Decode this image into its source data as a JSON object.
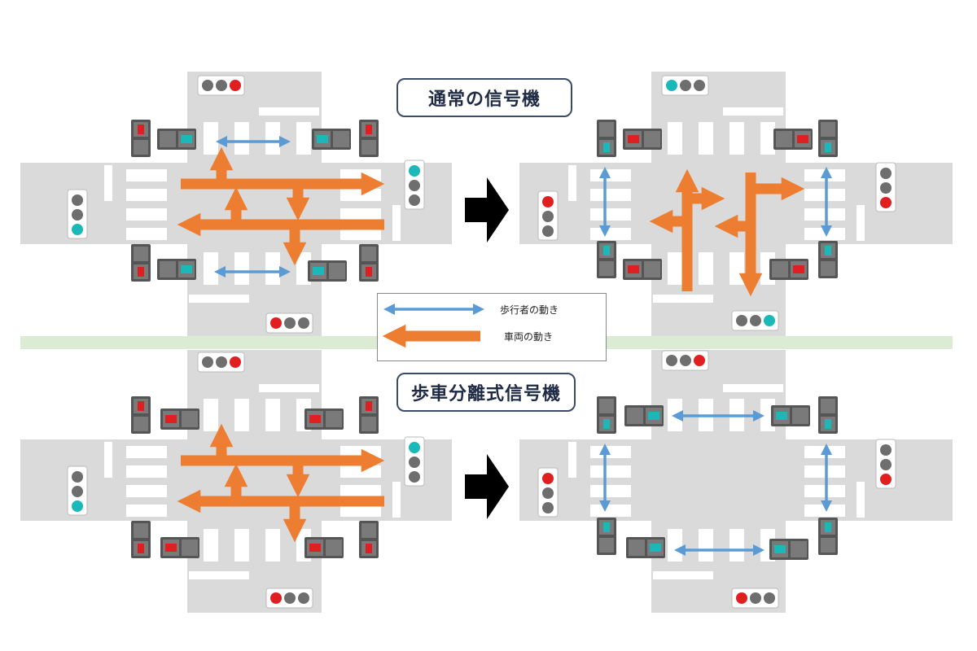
{
  "titles": {
    "normal": "通常の信号機",
    "scramble": "歩車分離式信号機"
  },
  "legend": {
    "pedestrian": "歩行者の動き",
    "vehicle": "車両の動き"
  },
  "colors": {
    "pedestrian_arrow": "#5b9bd5",
    "vehicle_arrow": "#ed7d31",
    "road": "#dadada",
    "median_strip": "#dcebd3",
    "signal_red": "#e02020",
    "signal_teal": "#1ab8b8",
    "signal_off": "#6e6e6e"
  },
  "icons": [
    "right-arrow-icon",
    "traffic-light-icon",
    "pedestrian-signal-icon"
  ]
}
